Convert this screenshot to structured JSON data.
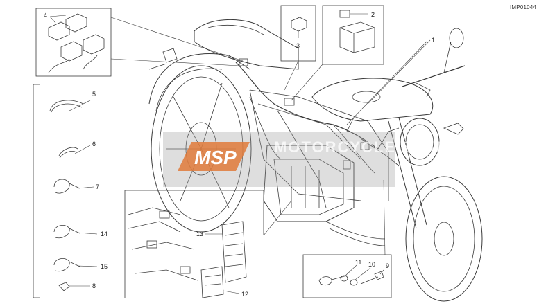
{
  "image_code": "IMP01044",
  "watermark": {
    "logo_text": "MSP",
    "site_text": "MOTORCYCLE SPARE PARTS"
  },
  "callouts": [
    {
      "id": "1",
      "label": "1"
    },
    {
      "id": "2",
      "label": "2"
    },
    {
      "id": "3",
      "label": "3"
    },
    {
      "id": "4",
      "label": "4"
    },
    {
      "id": "5",
      "label": "5"
    },
    {
      "id": "6",
      "label": "6"
    },
    {
      "id": "7",
      "label": "7"
    },
    {
      "id": "8",
      "label": "8"
    },
    {
      "id": "9",
      "label": "9"
    },
    {
      "id": "10",
      "label": "10"
    },
    {
      "id": "11",
      "label": "11"
    },
    {
      "id": "12",
      "label": "12"
    },
    {
      "id": "13",
      "label": "13"
    },
    {
      "id": "14",
      "label": "14"
    },
    {
      "id": "15",
      "label": "15"
    }
  ],
  "colors": {
    "line": "#3a3a3a",
    "watermark_orange": "#e07a3a",
    "watermark_gray": "#a0a0a0"
  }
}
